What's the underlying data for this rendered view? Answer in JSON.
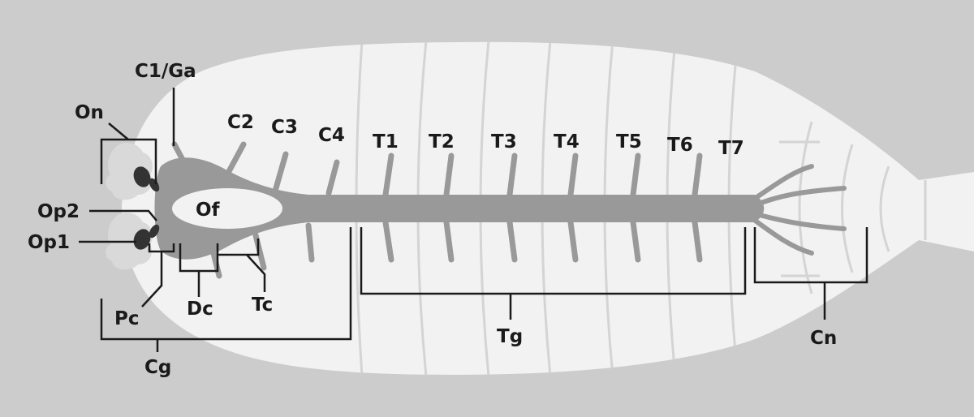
{
  "colors": {
    "background": "#cccccc",
    "body": "#f2f2f2",
    "segment_lines": "#d4d4d4",
    "nervous_system": "#999999",
    "eyes": "#333333",
    "leader_lines": "#1a1a1a"
  },
  "labels": {
    "c1_ga": "C1/Ga",
    "c2": "C2",
    "c3": "C3",
    "c4": "C4",
    "t1": "T1",
    "t2": "T2",
    "t3": "T3",
    "t4": "T4",
    "t5": "T5",
    "t6": "T6",
    "t7": "T7",
    "on": "On",
    "op2": "Op2",
    "op1": "Op1",
    "of": "Of",
    "pc": "Pc",
    "dc": "Dc",
    "tc": "Tc",
    "cg": "Cg",
    "tg": "Tg",
    "cn": "Cn"
  }
}
